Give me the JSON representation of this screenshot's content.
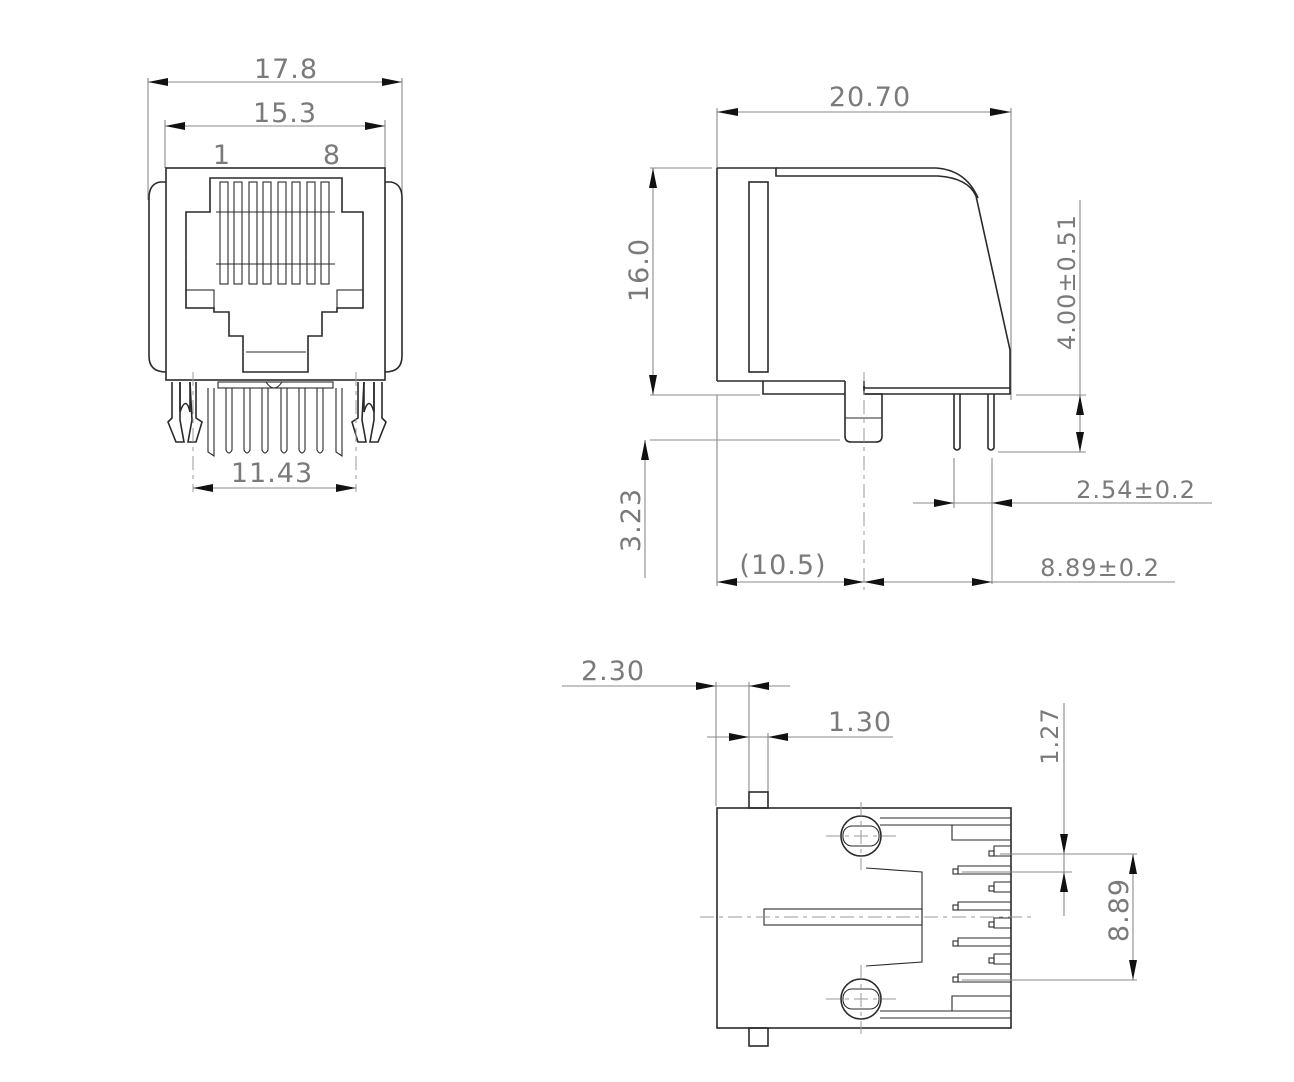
{
  "drawing": {
    "subject": "RJ45 right-angle PCB jack dimensional drawing",
    "units": "mm",
    "colors": {
      "part_outline": "#2a2a2a",
      "dimension_line": "#8a8a8a",
      "dimension_text": "#7a7a7a",
      "background": "#ffffff"
    }
  },
  "front_view": {
    "overall_width": "17.8",
    "body_width": "15.3",
    "pin_label_first": "1",
    "pin_label_last": "8",
    "mount_post_spacing": "11.43"
  },
  "side_view": {
    "overall_depth": "20.70",
    "body_height": "16.0",
    "pin_length": "4.00±0.51",
    "post_length": "3.23",
    "post_to_front": "(10.5)",
    "pin_row_pitch": "2.54±0.2",
    "post_to_pin": "8.89±0.2"
  },
  "bottom_view": {
    "front_offset": "2.30",
    "tab_width": "1.30",
    "pin_pitch": "1.27",
    "pin_span": "8.89"
  }
}
